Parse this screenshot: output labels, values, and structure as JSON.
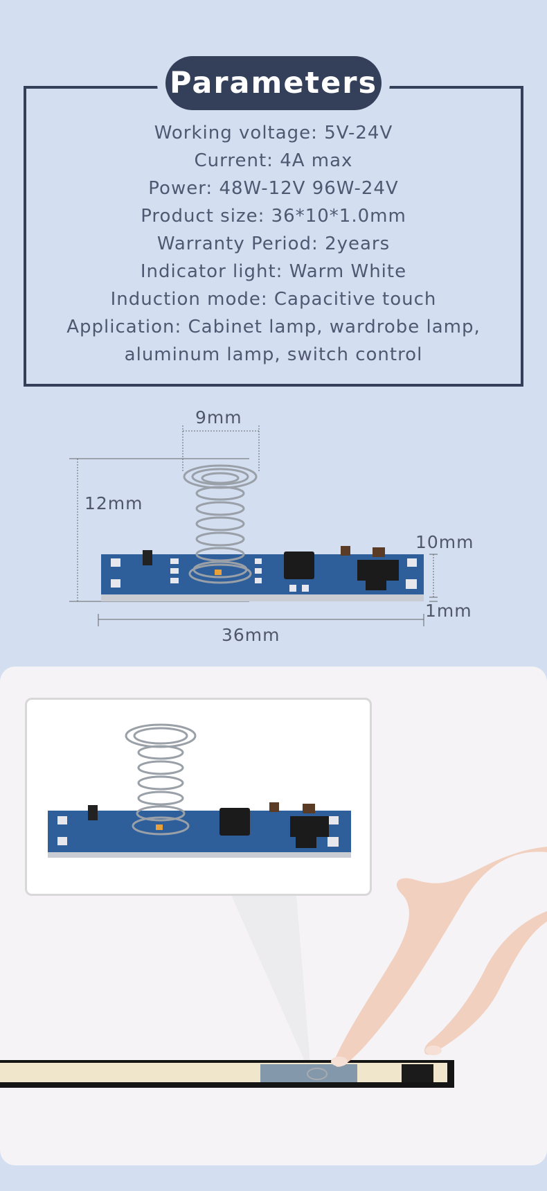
{
  "title": "Parameters",
  "parameters": [
    "Working voltage: 5V-24V",
    "Current: 4A max",
    "Power: 48W-12V 96W-24V",
    "Product size: 36*10*1.0mm",
    "Warranty Period: 2years",
    "Indicator light: Warm White",
    "Induction mode: Capacitive touch",
    "Application: Cabinet lamp, wardrobe lamp,",
    "aluminum lamp, switch control"
  ],
  "dimensions": {
    "spring_width": "9mm",
    "spring_height": "12mm",
    "board_width": "10mm",
    "board_thickness": "1mm",
    "board_length": "36mm"
  },
  "colors": {
    "background": "#d3def1",
    "frame": "#34405a",
    "text": "#4f5870",
    "pcb": "#2f5f9a",
    "panel": "#f5f3f5"
  }
}
